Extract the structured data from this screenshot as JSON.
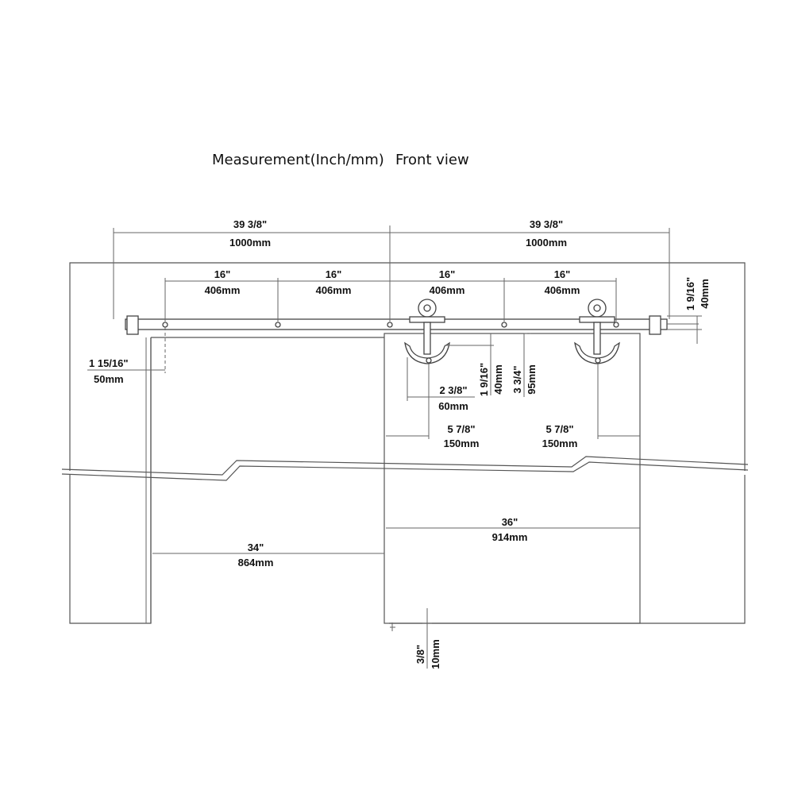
{
  "header": {
    "measurement_label": "Measurement(Inch/mm)",
    "view_label": "Front view"
  },
  "dimensions": {
    "rail_left_in": "39 3/8\"",
    "rail_left_mm": "1000mm",
    "rail_right_in": "39 3/8\"",
    "rail_right_mm": "1000mm",
    "spacing_1_in": "16\"",
    "spacing_1_mm": "406mm",
    "spacing_2_in": "16\"",
    "spacing_2_mm": "406mm",
    "spacing_3_in": "16\"",
    "spacing_3_mm": "406mm",
    "spacing_4_in": "16\"",
    "spacing_4_mm": "406mm",
    "rail_height_in": "1 9/16\"",
    "rail_height_mm": "40mm",
    "wall_offset_in": "1 15/16\"",
    "wall_offset_mm": "50mm",
    "hanger_gap_in": "1 9/16\"",
    "hanger_gap_mm": "40mm",
    "hanger_drop_in": "3 3/4\"",
    "hanger_drop_mm": "95mm",
    "hanger_hole_in": "2 3/8\"",
    "hanger_hole_mm": "60mm",
    "edge_left_in": "5 7/8\"",
    "edge_left_mm": "150mm",
    "edge_right_in": "5 7/8\"",
    "edge_right_mm": "150mm",
    "door_width_in": "36\"",
    "door_width_mm": "914mm",
    "opening_width_in": "34\"",
    "opening_width_mm": "864mm",
    "floor_gap_in": "3/8\"",
    "floor_gap_mm": "10mm"
  }
}
